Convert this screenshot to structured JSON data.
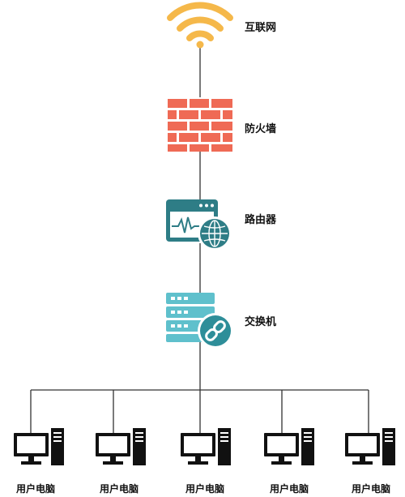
{
  "nodes": {
    "internet": {
      "label": "互联网",
      "icon": "wifi-icon"
    },
    "firewall": {
      "label": "防火墙",
      "icon": "brick-wall-icon"
    },
    "router": {
      "label": "路由器",
      "icon": "router-globe-icon"
    },
    "switch": {
      "label": "交换机",
      "icon": "server-link-icon"
    }
  },
  "computers": [
    {
      "label": "用户电脑",
      "icon": "desktop-computer-icon"
    },
    {
      "label": "用户电脑",
      "icon": "desktop-computer-icon"
    },
    {
      "label": "用户电脑",
      "icon": "desktop-computer-icon"
    },
    {
      "label": "用户电脑",
      "icon": "desktop-computer-icon"
    },
    {
      "label": "用户电脑",
      "icon": "desktop-computer-icon"
    }
  ],
  "colors": {
    "wifi": "#f5b84a",
    "firewall": "#ef6a55",
    "router": "#2e7d86",
    "switch": "#5fc0cc",
    "switch_dark": "#2e8e99",
    "computer": "#111111",
    "line": "#333333"
  }
}
